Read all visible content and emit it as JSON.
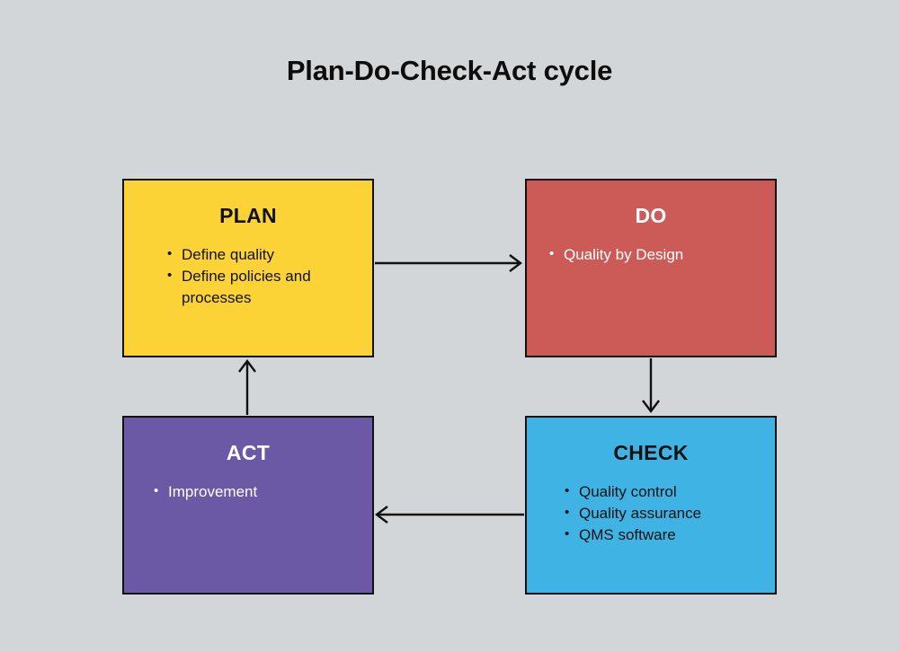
{
  "title": "Plan-Do-Check-Act cycle",
  "colors": {
    "background": "#d2d6d9",
    "plan": "#fbd336",
    "do": "#cc5b57",
    "check": "#3fb4e4",
    "act": "#6b59a6",
    "border": "#111111",
    "arrow": "#111111",
    "text_dark": "#111111",
    "text_light": "#ffffff"
  },
  "nodes": {
    "plan": {
      "title": "PLAN",
      "items": [
        "Define quality",
        "Define policies and processes"
      ]
    },
    "do": {
      "title": "DO",
      "items": [
        "Quality by Design"
      ]
    },
    "check": {
      "title": "CHECK",
      "items": [
        "Quality control",
        "Quality assurance",
        "QMS software"
      ]
    },
    "act": {
      "title": "ACT",
      "items": [
        "Improvement"
      ]
    }
  },
  "arrows": [
    {
      "name": "plan-to-do",
      "from": "plan",
      "to": "do",
      "direction": "right"
    },
    {
      "name": "do-to-check",
      "from": "do",
      "to": "check",
      "direction": "down"
    },
    {
      "name": "check-to-act",
      "from": "check",
      "to": "act",
      "direction": "left"
    },
    {
      "name": "act-to-plan",
      "from": "act",
      "to": "plan",
      "direction": "up"
    }
  ]
}
